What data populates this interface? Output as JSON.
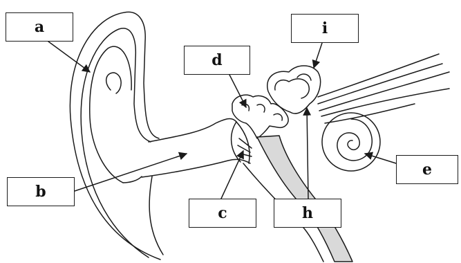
{
  "labels": {
    "a": "a",
    "b": "b",
    "c": "c",
    "d": "d",
    "e": "e",
    "h": "h",
    "i": "i"
  },
  "colors": {
    "line": "#1a1a1a",
    "canal_fill": "#d9d9d9",
    "background": "#ffffff"
  }
}
